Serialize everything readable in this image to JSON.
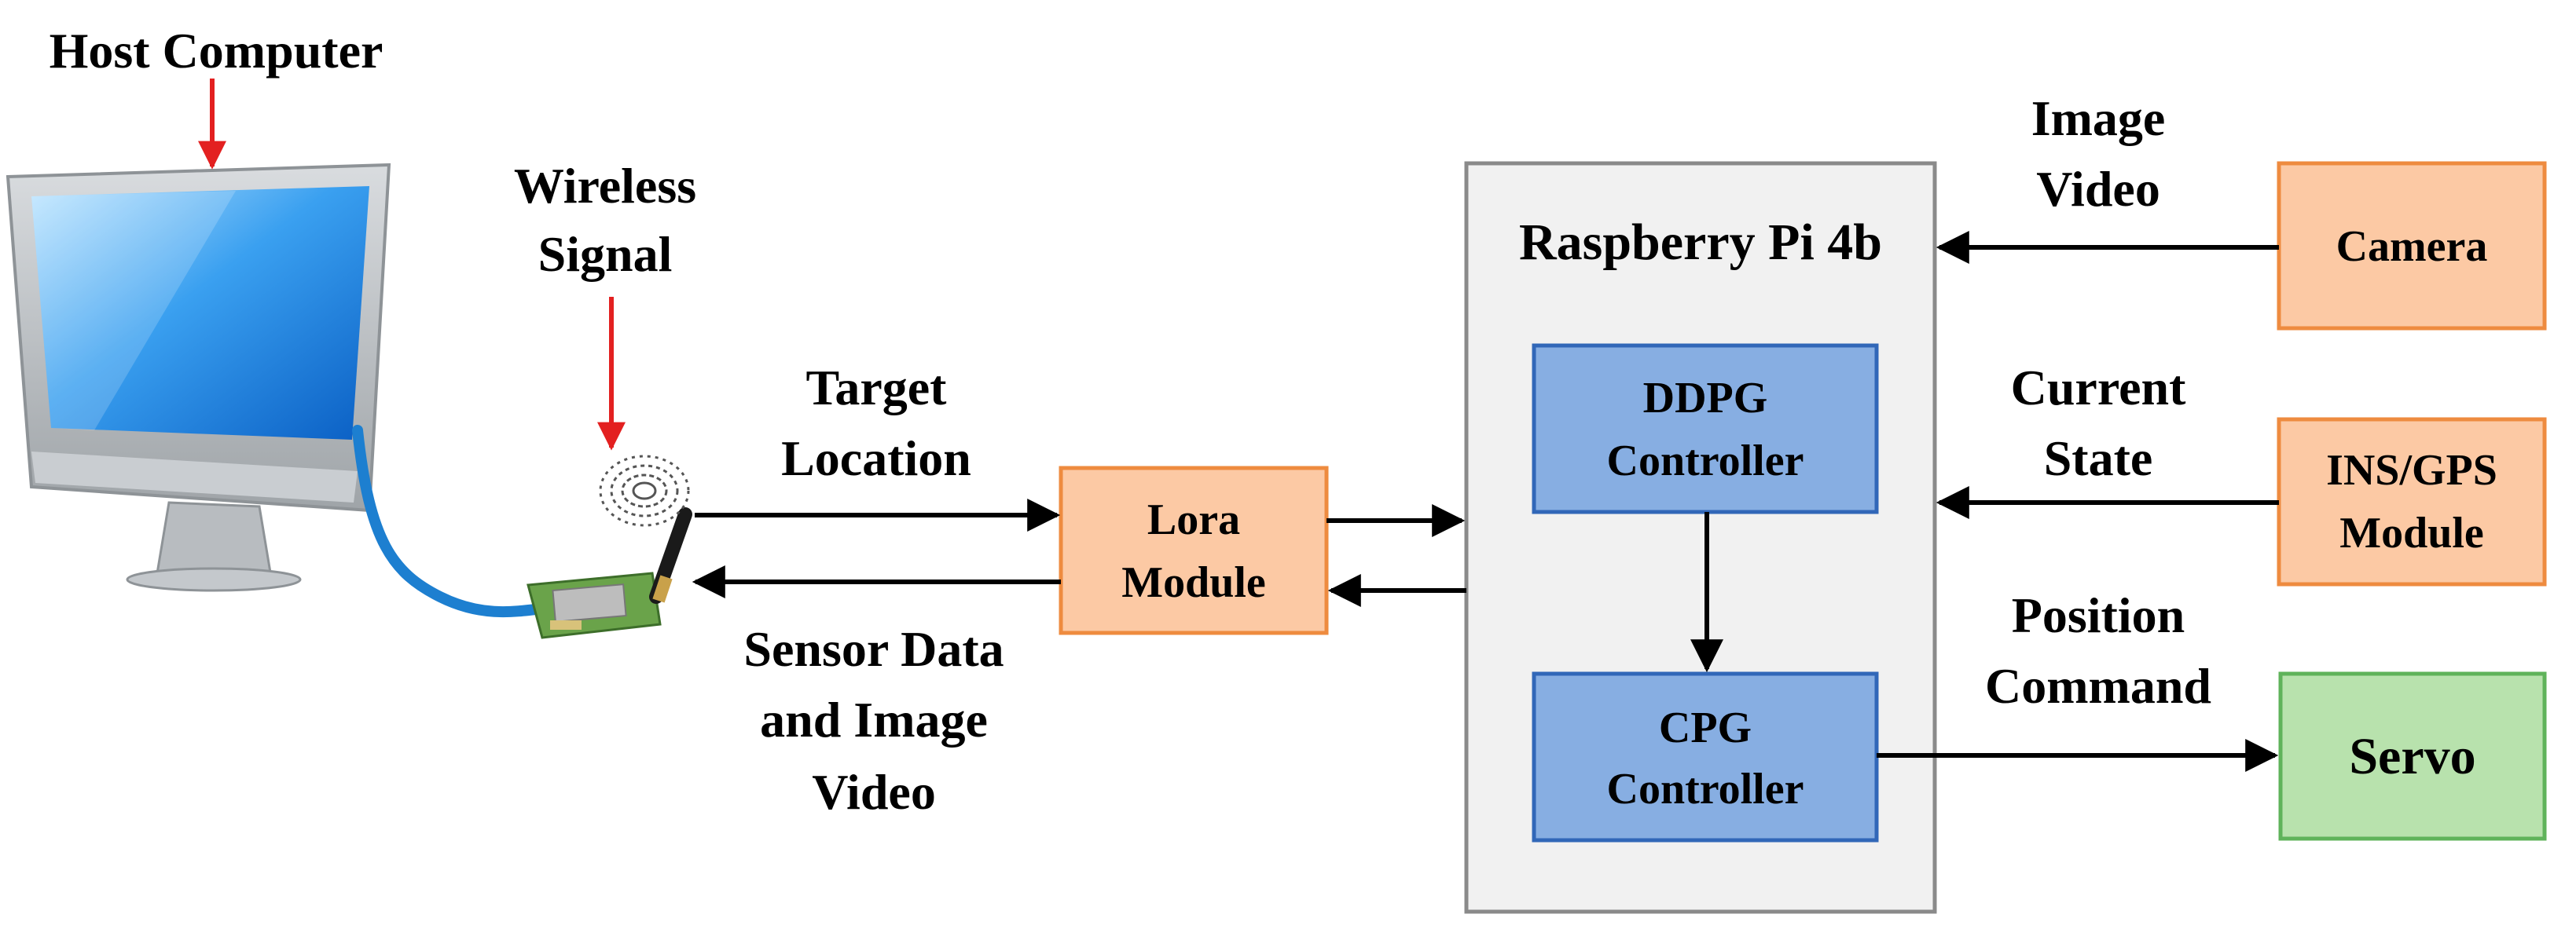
{
  "labels": {
    "host_computer": "Host Computer",
    "wireless_1": "Wireless",
    "wireless_2": "Signal",
    "target_1": "Target",
    "target_2": "Location",
    "sensor_1": "Sensor Data",
    "sensor_2": "and Image",
    "sensor_3": "Video",
    "image_1": "Image",
    "image_2": "Video",
    "current_1": "Current",
    "current_2": "State",
    "position_1": "Position",
    "position_2": "Command"
  },
  "blocks": {
    "raspberry_pi": "Raspberry Pi 4b",
    "lora_1": "Lora",
    "lora_2": "Module",
    "ddpg_1": "DDPG",
    "ddpg_2": "Controller",
    "cpg_1": "CPG",
    "cpg_2": "Controller",
    "camera": "Camera",
    "ins_1": "INS/GPS",
    "ins_2": "Module",
    "servo": "Servo"
  },
  "colors": {
    "orange_fill": "#fcc9a4",
    "orange_stroke": "#ee8b3f",
    "blue_fill": "#87aee2",
    "blue_stroke": "#3167b8",
    "green_fill": "#b8e2ad",
    "green_stroke": "#5fb35a",
    "pi_fill": "#f1f1f1",
    "pi_stroke": "#8a8a8a",
    "red_arrow": "#e32020"
  }
}
